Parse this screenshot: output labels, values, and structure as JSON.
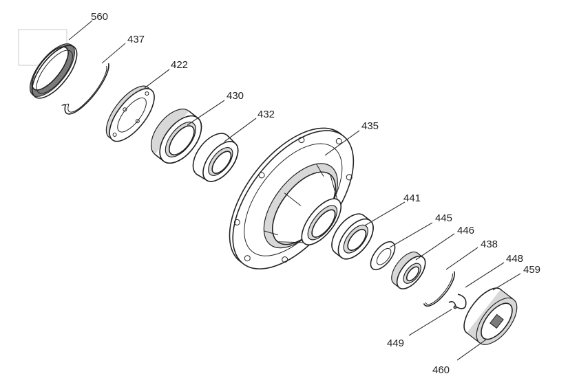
{
  "colors": {
    "line": "#222222",
    "shade": "#d8d8d8",
    "background": "#ffffff"
  },
  "parts": [
    {
      "id": "p560",
      "label": "560"
    },
    {
      "id": "p437",
      "label": "437"
    },
    {
      "id": "p422",
      "label": "422"
    },
    {
      "id": "p430",
      "label": "430"
    },
    {
      "id": "p432",
      "label": "432"
    },
    {
      "id": "p435",
      "label": "435"
    },
    {
      "id": "p441",
      "label": "441"
    },
    {
      "id": "p445",
      "label": "445"
    },
    {
      "id": "p446",
      "label": "446"
    },
    {
      "id": "p438",
      "label": "438"
    },
    {
      "id": "p448",
      "label": "448"
    },
    {
      "id": "p459",
      "label": "459"
    },
    {
      "id": "p449",
      "label": "449"
    },
    {
      "id": "p460",
      "label": "460"
    }
  ]
}
